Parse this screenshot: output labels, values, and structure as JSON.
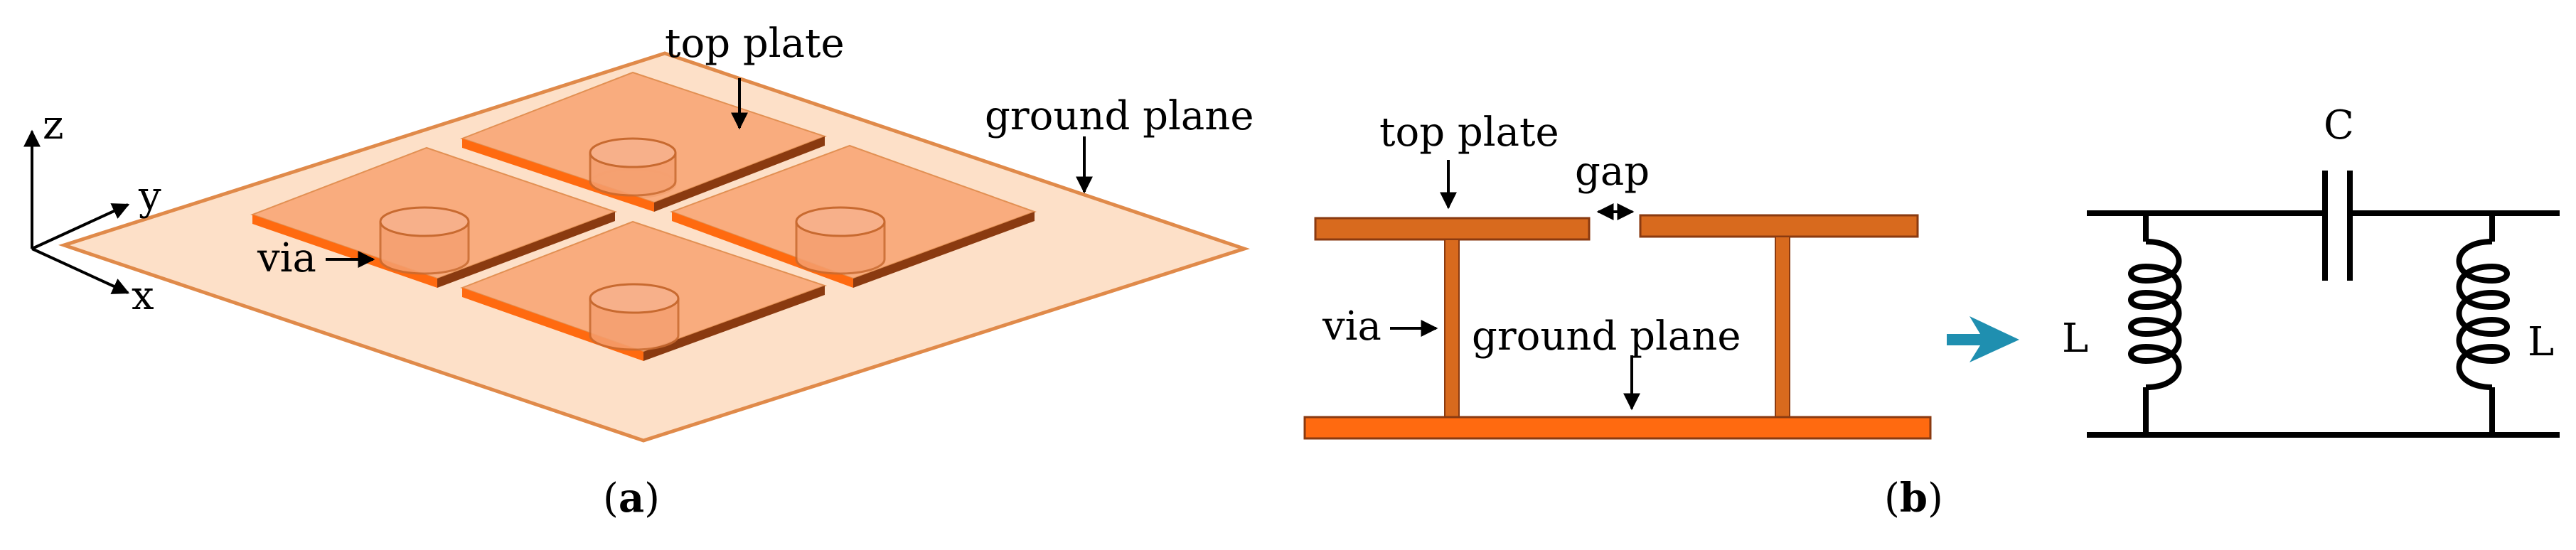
{
  "panel_a": {
    "caption_open": "(",
    "caption_letter": "a",
    "caption_close": ")",
    "label_top_plate": "top plate",
    "label_ground_plane": "ground plane",
    "label_via": "via",
    "axis_z": "z",
    "axis_y": "y",
    "axis_x": "x"
  },
  "panel_b": {
    "caption_open": "(",
    "caption_letter": "b",
    "caption_close": ")",
    "label_top_plate": "top plate",
    "label_gap": "gap",
    "label_via": "via",
    "label_ground_plane": "ground plane"
  },
  "circuit": {
    "label_capacitor": "C",
    "label_inductor_left": "L",
    "label_inductor_right": "L"
  },
  "colors": {
    "ground_fill": "#fde0c8",
    "ground_stroke": "#e08a4a",
    "plate_top": "#f9a878",
    "plate_front": "#ff6a10",
    "plate_side": "#8a3a10",
    "via_fill": "#f5a070",
    "bar_fill": "#d86a1e",
    "bar_stroke": "#8a3a10",
    "arrow_teal": "#1f8fb0"
  }
}
